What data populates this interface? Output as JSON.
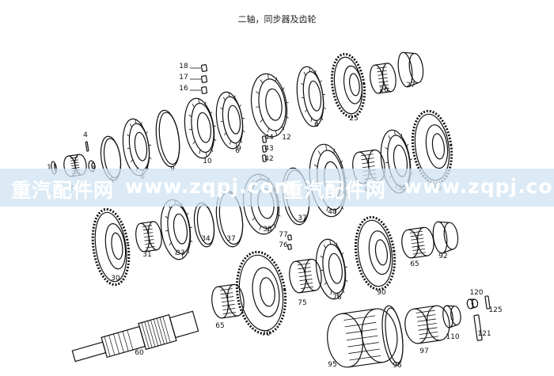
{
  "title": "二轴，同步器及齿轮",
  "watermark": {
    "left": "重汽配件网",
    "middle_url": "www.zqpj.com",
    "middle_brand": "重汽配件网",
    "right_url": "www.zqpj.com"
  },
  "colors": {
    "ink": "#111111",
    "band": "#cfe3f1",
    "paper": "#ffffff"
  },
  "parts": [
    {
      "id": "p1",
      "label": "1"
    },
    {
      "id": "p2",
      "label": "2"
    },
    {
      "id": "p3",
      "label": "3"
    },
    {
      "id": "p4",
      "label": "4"
    },
    {
      "id": "p5",
      "label": "5"
    },
    {
      "id": "p6a",
      "label": "6"
    },
    {
      "id": "p6b",
      "label": "6"
    },
    {
      "id": "p6c",
      "label": "6"
    },
    {
      "id": "p9a",
      "label": "9"
    },
    {
      "id": "p9b",
      "label": "9"
    },
    {
      "id": "p10",
      "label": "10"
    },
    {
      "id": "p12",
      "label": "12"
    },
    {
      "id": "p16",
      "label": "16"
    },
    {
      "id": "p17",
      "label": "17"
    },
    {
      "id": "p18",
      "label": "18"
    },
    {
      "id": "p25",
      "label": "25"
    },
    {
      "id": "p26",
      "label": "26"
    },
    {
      "id": "p27",
      "label": "27"
    },
    {
      "id": "p30",
      "label": "30"
    },
    {
      "id": "p31",
      "label": "31"
    },
    {
      "id": "p33a",
      "label": "33"
    },
    {
      "id": "p33b",
      "label": "33"
    },
    {
      "id": "p34",
      "label": "34"
    },
    {
      "id": "p37a",
      "label": "37"
    },
    {
      "id": "p37b",
      "label": "37"
    },
    {
      "id": "p38",
      "label": "38"
    },
    {
      "id": "p40",
      "label": "40"
    },
    {
      "id": "p42",
      "label": "42"
    },
    {
      "id": "p43",
      "label": "43"
    },
    {
      "id": "p44",
      "label": "44"
    },
    {
      "id": "p45",
      "label": "45"
    },
    {
      "id": "p46",
      "label": "46"
    },
    {
      "id": "p60",
      "label": "60"
    },
    {
      "id": "p65a",
      "label": "65"
    },
    {
      "id": "p65b",
      "label": "65"
    },
    {
      "id": "p70",
      "label": "70"
    },
    {
      "id": "p75",
      "label": "75"
    },
    {
      "id": "p76",
      "label": "76"
    },
    {
      "id": "p77",
      "label": "77"
    },
    {
      "id": "p78",
      "label": "78"
    },
    {
      "id": "p90",
      "label": "90"
    },
    {
      "id": "p92",
      "label": "92"
    },
    {
      "id": "p95",
      "label": "95"
    },
    {
      "id": "p96",
      "label": "96"
    },
    {
      "id": "p97",
      "label": "97"
    },
    {
      "id": "p110",
      "label": "110"
    },
    {
      "id": "p120",
      "label": "120"
    },
    {
      "id": "p121",
      "label": "121"
    },
    {
      "id": "p125",
      "label": "125"
    }
  ]
}
